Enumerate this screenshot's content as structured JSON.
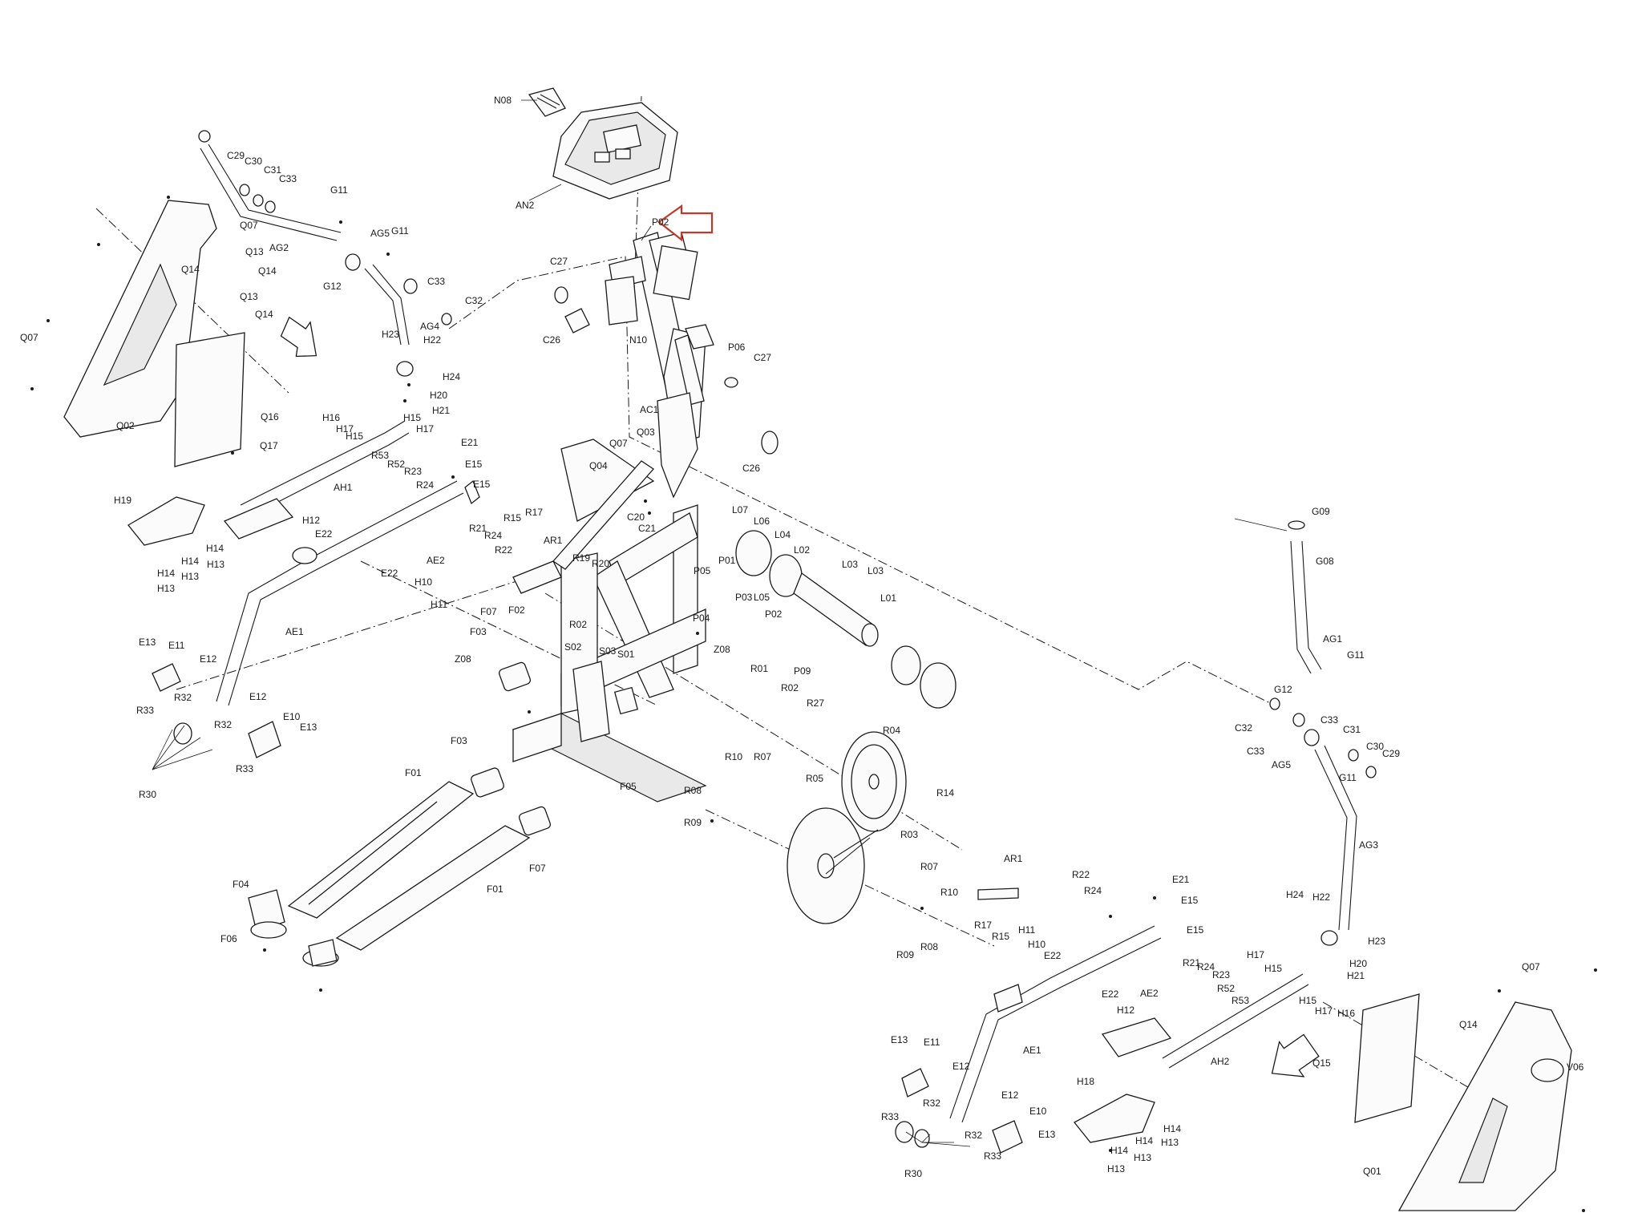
{
  "theme": {
    "highlight_color": "#c0392b",
    "line_color": "#1a1a1a"
  },
  "callouts": {
    "N08": "N08",
    "AN2": "AN2",
    "P02": "P02",
    "C27": "C27",
    "C26": "C26",
    "N10": "N10",
    "P06": "P06",
    "AC1": "AC1",
    "Q07": "Q07",
    "Q03": "Q03",
    "Q04": "Q04",
    "C20": "C20",
    "C21": "C21",
    "L07": "L07",
    "L06": "L06",
    "L04": "L04",
    "L02": "L02",
    "L03": "L03",
    "L01": "L01",
    "L05": "L05",
    "P01": "P01",
    "P05": "P05",
    "P03": "P03",
    "P04": "P04",
    "P09": "P09",
    "R01": "R01",
    "R02": "R02",
    "R27": "R27",
    "R04": "R04",
    "R05": "R05",
    "R03": "R03",
    "R14": "R14",
    "R07": "R07",
    "R08": "R08",
    "R09": "R09",
    "R10": "R10",
    "AR1": "AR1",
    "R15": "R15",
    "R17": "R17",
    "R19": "R19",
    "R20": "R20",
    "R21": "R21",
    "R22": "R22",
    "R23": "R23",
    "R24": "R24",
    "R52": "R52",
    "R53": "R53",
    "Z08": "Z08",
    "S01": "S01",
    "S02": "S02",
    "S03": "S03",
    "F01": "F01",
    "F02": "F02",
    "F03": "F03",
    "F04": "F04",
    "F05": "F05",
    "F06": "F06",
    "F07": "F07",
    "AE1": "AE1",
    "AE2": "AE2",
    "E10": "E10",
    "E11": "E11",
    "E12": "E12",
    "E13": "E13",
    "E15": "E15",
    "E21": "E21",
    "E22": "E22",
    "H10": "H10",
    "H11": "H11",
    "H12": "H12",
    "H13": "H13",
    "H14": "H14",
    "H15": "H15",
    "H16": "H16",
    "H17": "H17",
    "H18": "H18",
    "H19": "H19",
    "H20": "H20",
    "H21": "H21",
    "H22": "H22",
    "H23": "H23",
    "H24": "H24",
    "R30": "R30",
    "R32": "R32",
    "R33": "R33",
    "AH1": "AH1",
    "AH2": "AH2",
    "Q01": "Q01",
    "Q02": "Q02",
    "Q13": "Q13",
    "Q14": "Q14",
    "Q15": "Q15",
    "Q16": "Q16",
    "Q17": "Q17",
    "V06": "V06",
    "AG1": "AG1",
    "AG2": "AG2",
    "AG3": "AG3",
    "AG4": "AG4",
    "AG5": "AG5",
    "G08": "G08",
    "G09": "G09",
    "G11": "G11",
    "G12": "G12",
    "C29": "C29",
    "C30": "C30",
    "C31": "C31",
    "C32": "C32",
    "C33": "C33"
  }
}
